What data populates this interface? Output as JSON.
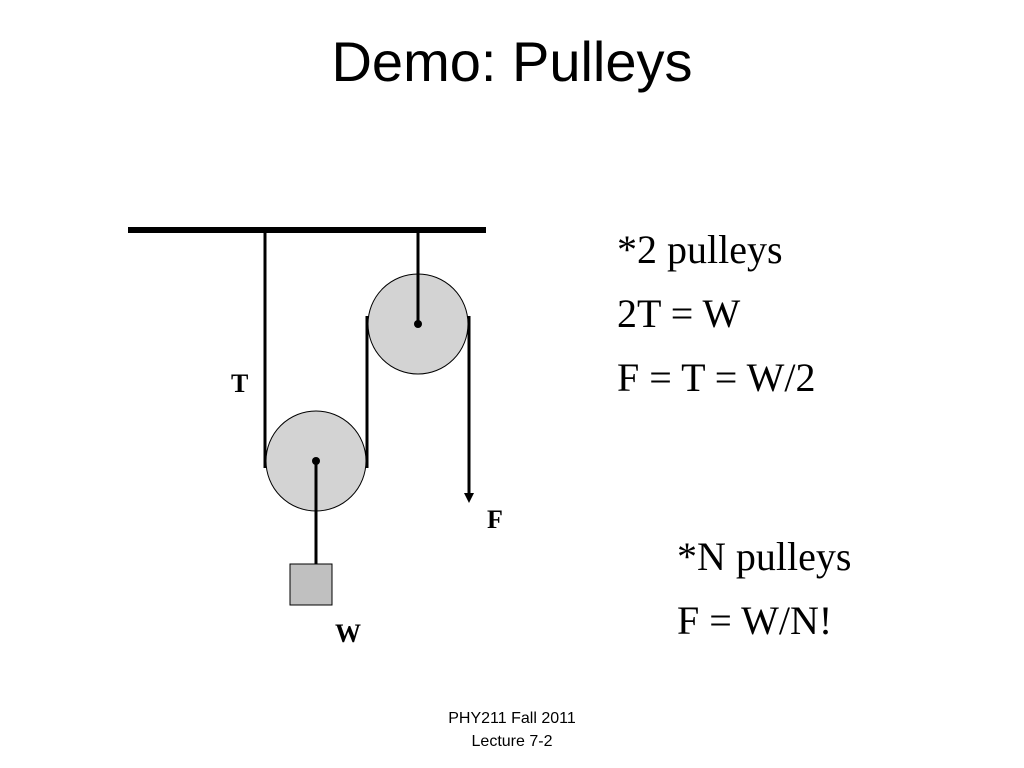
{
  "slide": {
    "title": "Demo: Pulleys",
    "footer": {
      "line1": "PHY211 Fall 2011",
      "line2": "Lecture 7-2"
    }
  },
  "diagram": {
    "labels": {
      "tension": "T",
      "force": "F",
      "weight": "W"
    },
    "colors": {
      "pulley_fill": "#d3d3d3",
      "weight_fill": "#c0c0c0",
      "line": "#000000"
    }
  },
  "notes": {
    "two_pulleys": [
      "*2 pulleys",
      "2T = W",
      "F = T = W/2"
    ],
    "n_pulleys": [
      "*N pulleys",
      "F = W/N!"
    ]
  }
}
